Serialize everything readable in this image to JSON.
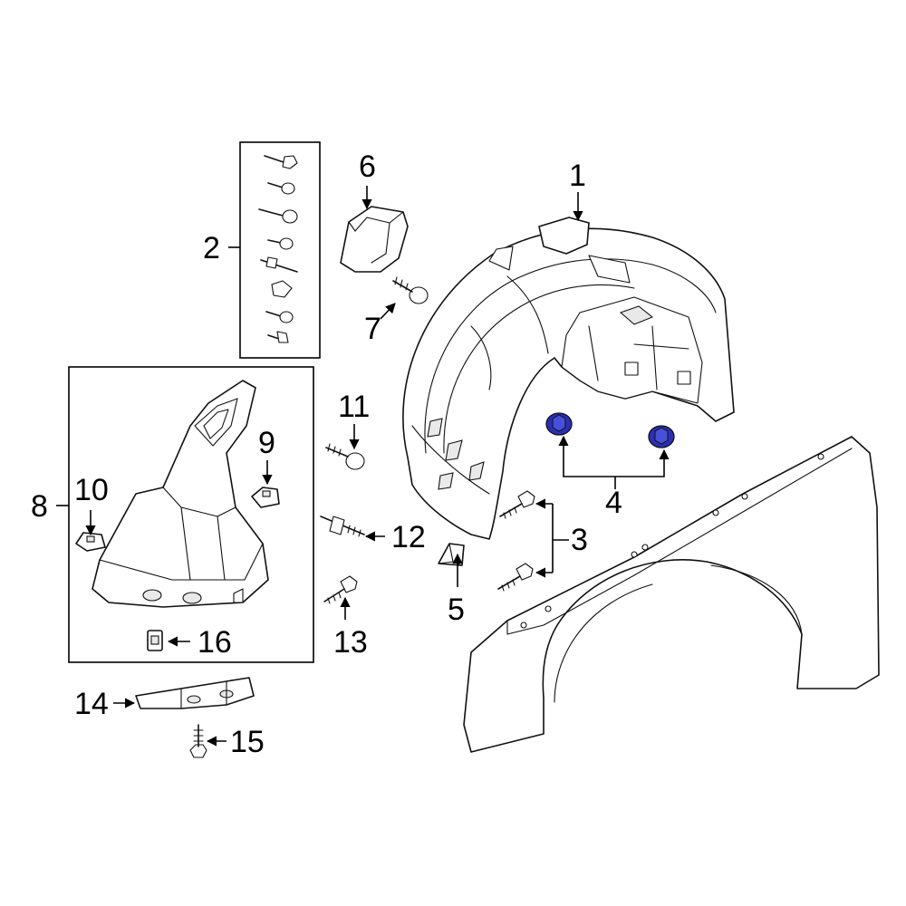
{
  "diagram": {
    "callouts": [
      "1",
      "2",
      "3",
      "4",
      "5",
      "6",
      "7",
      "8",
      "9",
      "10",
      "11",
      "12",
      "13",
      "14",
      "15",
      "16"
    ]
  },
  "colors": {
    "highlight_part": "#2a2fb8",
    "line": "#111111",
    "background": "#ffffff"
  }
}
